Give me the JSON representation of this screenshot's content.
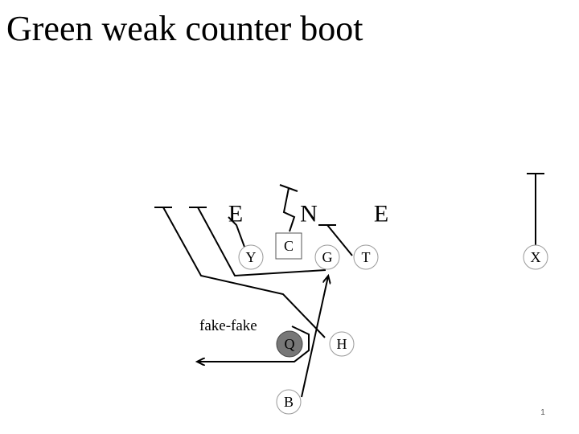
{
  "slide": {
    "title": "Green weak counter boot",
    "page_number": "1"
  },
  "defense": {
    "e_left": "E",
    "nose": "N",
    "e_right": "E"
  },
  "offense": {
    "y": "Y",
    "center": "C",
    "g": "G",
    "t": "T",
    "x": "X",
    "q": "Q",
    "h": "H",
    "b": "B"
  },
  "annotations": {
    "fake": "fake-fake"
  }
}
